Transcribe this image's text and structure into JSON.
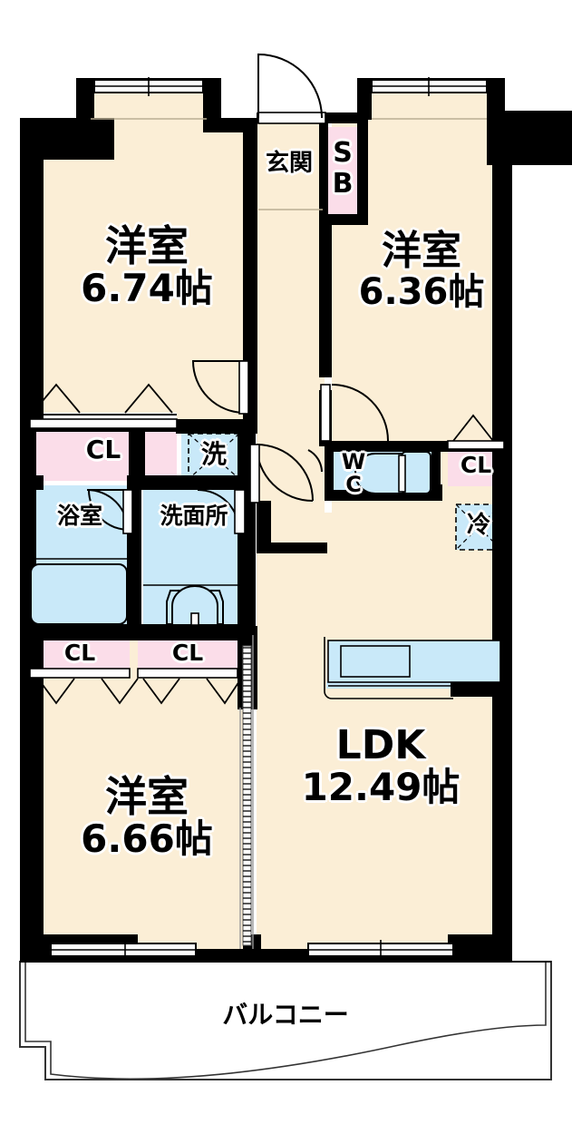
{
  "plan": {
    "type": "japanese-apartment-floor-plan",
    "layout_code": "3LDK",
    "unit": "帖",
    "colors": {
      "room_floor": "#fbeed6",
      "wet_area": "#c9e9f9",
      "closet": "#fbdde9",
      "wall": "#000000",
      "background": "#ffffff",
      "line": "#000000"
    },
    "rooms": [
      {
        "id": "bedroom_nw",
        "name": "洋室",
        "area": "6.74帖",
        "kind": "western-style-room"
      },
      {
        "id": "bedroom_ne",
        "name": "洋室",
        "area": "6.36帖",
        "kind": "western-style-room"
      },
      {
        "id": "bedroom_sw",
        "name": "洋室",
        "area": "6.66帖",
        "kind": "western-style-room"
      },
      {
        "id": "ldk",
        "name": "LDK",
        "area": "12.49帖",
        "kind": "living-dining-kitchen"
      }
    ],
    "spaces": [
      {
        "id": "genkan",
        "label": "玄関",
        "kind": "entrance-hall"
      },
      {
        "id": "shoebox",
        "label": "SB",
        "kind": "shoe-box"
      },
      {
        "id": "bath",
        "label": "浴室",
        "kind": "bathroom"
      },
      {
        "id": "washroom",
        "label": "洗面所",
        "kind": "washroom"
      },
      {
        "id": "washer",
        "label": "洗",
        "kind": "washing-machine-space"
      },
      {
        "id": "toilet",
        "label": "WC",
        "kind": "toilet"
      },
      {
        "id": "fridge",
        "label": "冷",
        "kind": "refrigerator-space"
      },
      {
        "id": "balcony",
        "label": "バルコニー",
        "kind": "balcony"
      }
    ],
    "closets": [
      {
        "id": "cl_nw",
        "label": "CL"
      },
      {
        "id": "cl_ne",
        "label": "CL"
      },
      {
        "id": "cl_sw_a",
        "label": "CL"
      },
      {
        "id": "cl_sw_b",
        "label": "CL"
      }
    ],
    "toilet_label_lines": [
      "W",
      "C"
    ],
    "shoebox_label_lines": [
      "S",
      "B"
    ]
  }
}
